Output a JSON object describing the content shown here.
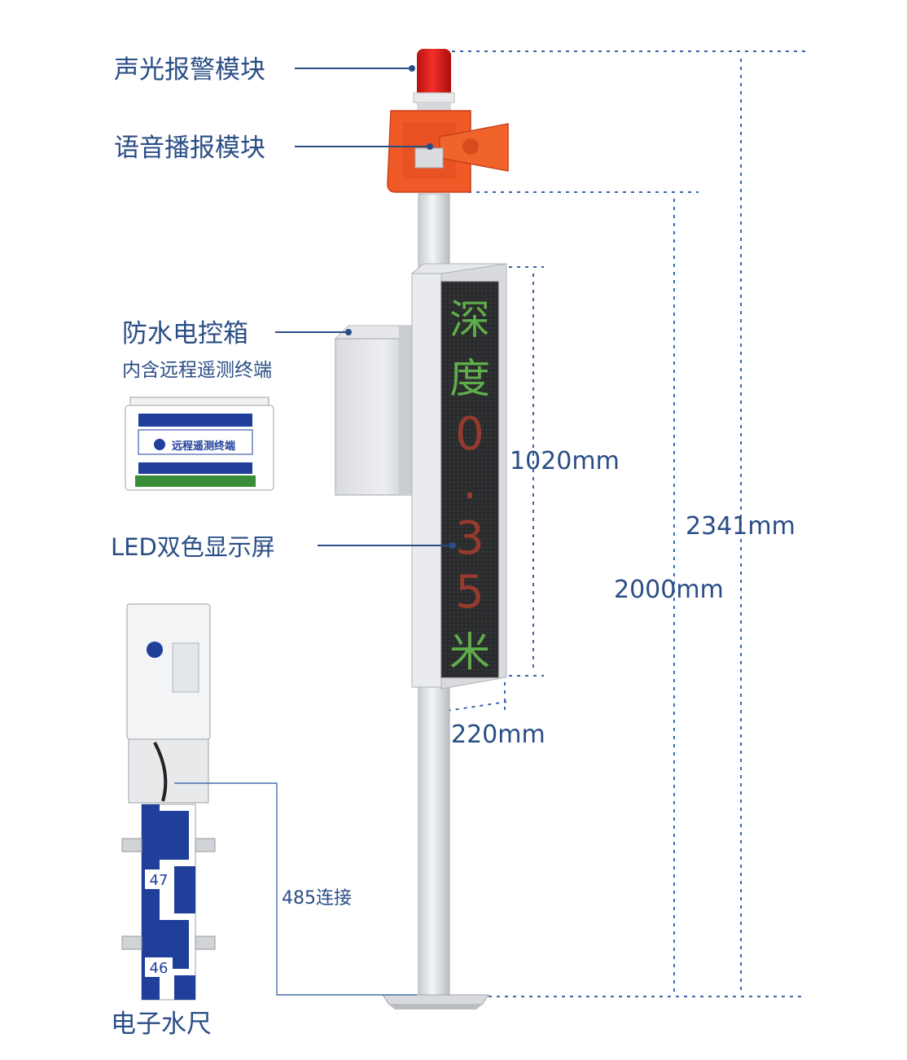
{
  "labels": {
    "alarm_module": "声光报警模块",
    "voice_module": "语音播报模块",
    "control_box": "防水电控箱",
    "control_box_sub": "内含远程遥测终端",
    "led_screen": "LED双色显示屏",
    "water_gauge": "电子水尺",
    "rs485": "485连接"
  },
  "dimensions": {
    "display_height": "1020mm",
    "display_width": "220mm",
    "pole_height": "2000mm",
    "total_height": "2341mm"
  },
  "led_display": {
    "char_1": "深",
    "char_2": "度",
    "char_3": "0",
    "char_4": ".",
    "char_5": "3",
    "char_6": "5",
    "char_7": "米",
    "green_color": "#5fae4a",
    "red_color": "#b8402c"
  },
  "gauge": {
    "mark_1": "47",
    "mark_2": "46"
  },
  "rtu_device": {
    "title": "远程遥测终端"
  },
  "colors": {
    "label_blue": "#2a4d86",
    "alarm_red": "#e0221c",
    "housing_orange": "#ef5a26",
    "gauge_blue": "#1f3f9a"
  }
}
